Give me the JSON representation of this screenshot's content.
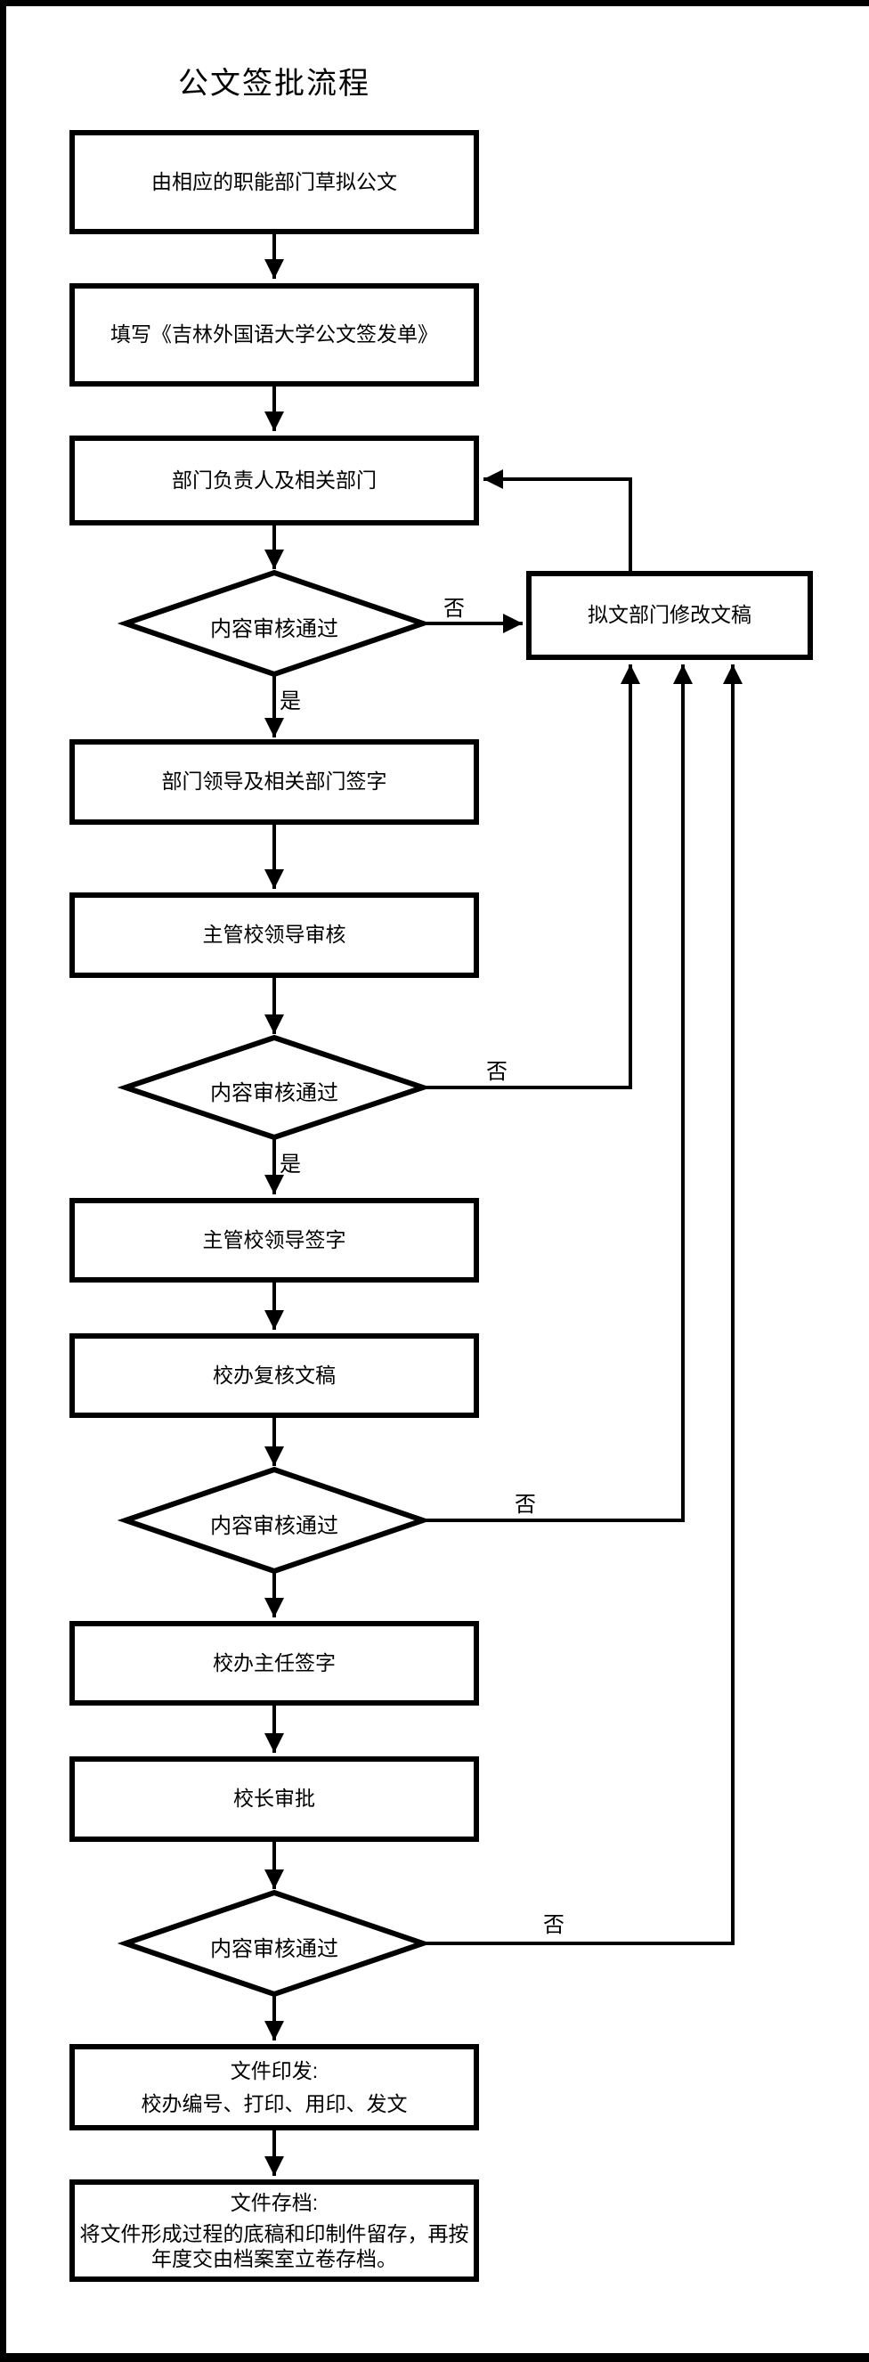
{
  "title": "公文签批流程",
  "labels": {
    "yes": "是",
    "no": "否"
  },
  "nodes": {
    "draft": {
      "label": "由相应的职能部门草拟公文"
    },
    "fill_form": {
      "label": "填写《吉林外国语大学公文签发单》"
    },
    "dept_related": {
      "label": "部门负责人及相关部门"
    },
    "decision1": {
      "label": "内容审核通过"
    },
    "revise": {
      "label": "拟文部门修改文稿"
    },
    "dept_sign": {
      "label": "部门领导及相关部门签字"
    },
    "leader_review": {
      "label": "主管校领导审核"
    },
    "decision2": {
      "label": "内容审核通过"
    },
    "leader_sign": {
      "label": "主管校领导签字"
    },
    "office_check": {
      "label": "校办复核文稿"
    },
    "decision3": {
      "label": "内容审核通过"
    },
    "director_sign": {
      "label": "校办主任签字"
    },
    "president": {
      "label": "校长审批"
    },
    "decision4": {
      "label": "内容审核通过"
    },
    "issue": {
      "title": "文件印发:",
      "detail": "校办编号、打印、用印、发文"
    },
    "archive": {
      "title": "文件存档:",
      "detail": "将文件形成过程的底稿和印制件留存，再按年度交由档案室立卷存档。"
    }
  },
  "colors": {
    "ink": "#000000",
    "paper": "#ffffff"
  }
}
